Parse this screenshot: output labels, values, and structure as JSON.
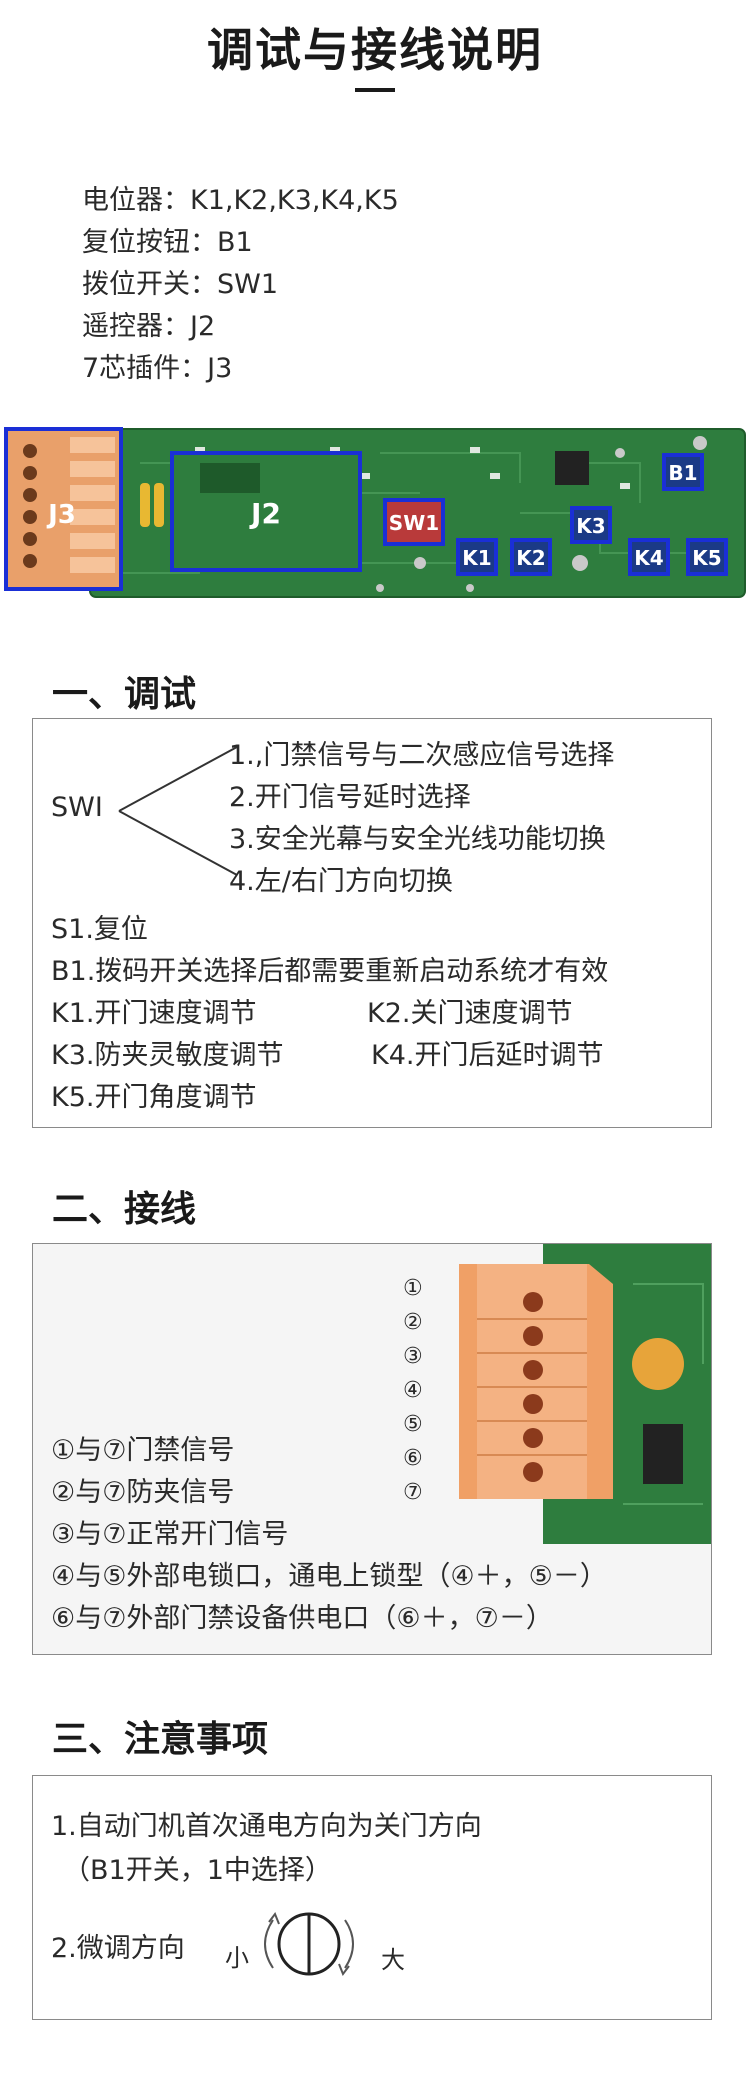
{
  "title": "调试与接线说明",
  "legend": [
    "电位器：K1,K2,K3,K4,K5",
    "复位按钮：B1",
    "拨位开关：SW1",
    "遥控器：J2",
    "7芯插件：J3"
  ],
  "board_labels": {
    "j3": "J3",
    "j2": "J2",
    "sw1": "SW1",
    "b1": "B1",
    "k1": "K1",
    "k2": "K2",
    "k3": "K3",
    "k4": "K4",
    "k5": "K5"
  },
  "debug": {
    "heading": "一、调试",
    "swi_label": "SWI",
    "swi_options": [
      "1.,门禁信号与二次感应信号选择",
      "2.开门信号延时选择",
      "3.安全光幕与安全光线功能切换",
      "4.左/右门方向切换"
    ],
    "s1": "S1.复位",
    "b1": "B1.拨码开关选择后都需要重新启动系统才有效",
    "k1": "K1.开门速度调节",
    "k2": "K2.关门速度调节",
    "k3": "K3.防夹灵敏度调节",
    "k4": "K4.开门后延时调节",
    "k5": "K5.开门角度调节"
  },
  "wiring": {
    "heading": "二、接线",
    "pins": [
      "①",
      "②",
      "③",
      "④",
      "⑤",
      "⑥",
      "⑦"
    ],
    "lines": [
      "①与⑦门禁信号",
      "②与⑦防夹信号",
      "③与⑦正常开门信号",
      "④与⑤外部电锁口，通电上锁型（④＋，⑤－）",
      "⑥与⑦外部门禁设备供电口（⑥＋，⑦－）"
    ]
  },
  "notes": {
    "heading": "三、注意事项",
    "line1": "1.自动门机首次通电方向为关门方向",
    "line1b": "（B1开关，1中选择）",
    "line2": "2.微调方向",
    "small": "小",
    "large": "大"
  },
  "colors": {
    "pcb_green": "#2e7d3e",
    "highlight_blue": "#1a2fd6",
    "connector_orange": "#f0a066"
  }
}
